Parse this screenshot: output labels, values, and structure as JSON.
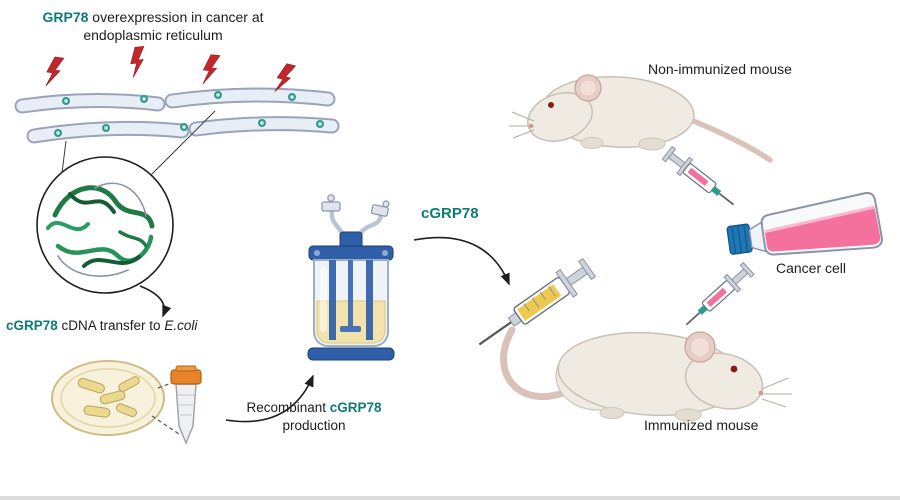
{
  "labels": {
    "er_title_gene": "GRP78",
    "er_title_rest": " overexpression in cancer at",
    "er_title_line2": "endoplasmic reticulum",
    "cdna_gene": "cGRP78",
    "cdna_mid": " cDNA transfer to ",
    "cdna_ecoli": "E.coli",
    "recombinant_pre": "Recombinant ",
    "recombinant_gene": "cGRP78",
    "recombinant_line2": "production",
    "cgrp78": "cGRP78",
    "non_immunized_mouse": "Non-immunized mouse",
    "cancer_cell": "Cancer cell",
    "immunized_mouse": "Immunized mouse"
  },
  "icons": {
    "lightning": "er-stress-lightning-icon",
    "ribosome": "ribosome-icon",
    "bacteria": "bacteria-rod-icon",
    "syringe": "syringe-icon",
    "flask": "culture-flask-icon",
    "bioreactor": "bioreactor-icon",
    "mouse": "mouse-icon"
  },
  "colors": {
    "accent": "#0e7b76",
    "text": "#1c1c1c",
    "lightning": "#c3262b",
    "membrane_fill": "#e9edf5",
    "membrane_stroke": "#9aa3b8",
    "ribosome": "#2a9d8f",
    "protein_green": "#1f7a45",
    "dish_fill": "#f8f2dc",
    "bacteria": "#ead98f",
    "tube_cap": "#e8832a",
    "reactor_blue": "#2f5fa8",
    "liquid_yellow": "#f1e3ab",
    "syringe_yellow": "#eec94f",
    "flask_pink": "#f4719e",
    "flask_cap": "#1d78b5",
    "mouse_fill": "#efeae2",
    "mouse_ear": "#e6cdc6",
    "tail_pink": "#d9c2ba",
    "eye_red": "#8b1b1b"
  }
}
